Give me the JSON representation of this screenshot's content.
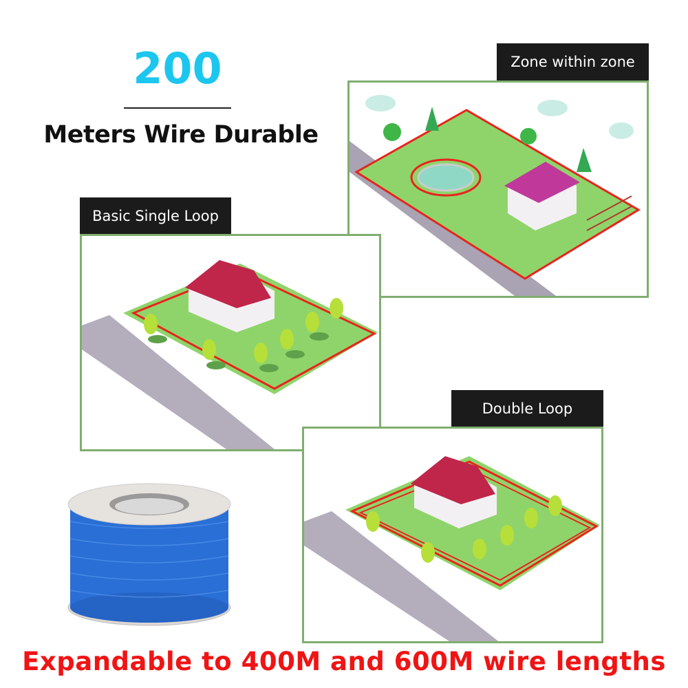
{
  "headline": {
    "number": "200",
    "subtitle": "Meters Wire Durable"
  },
  "panels": [
    {
      "label": "Zone within zone"
    },
    {
      "label": "Basic Single Loop"
    },
    {
      "label": "Double Loop"
    }
  ],
  "footer": {
    "text": "Expandable to 400M and 600M wire lengths"
  },
  "colors": {
    "accent": "#1cc6ef",
    "panel_border": "#7fae6e",
    "wire": "#e8241c",
    "footer": "#f01414",
    "spool_wire": "#2a6fd6"
  }
}
